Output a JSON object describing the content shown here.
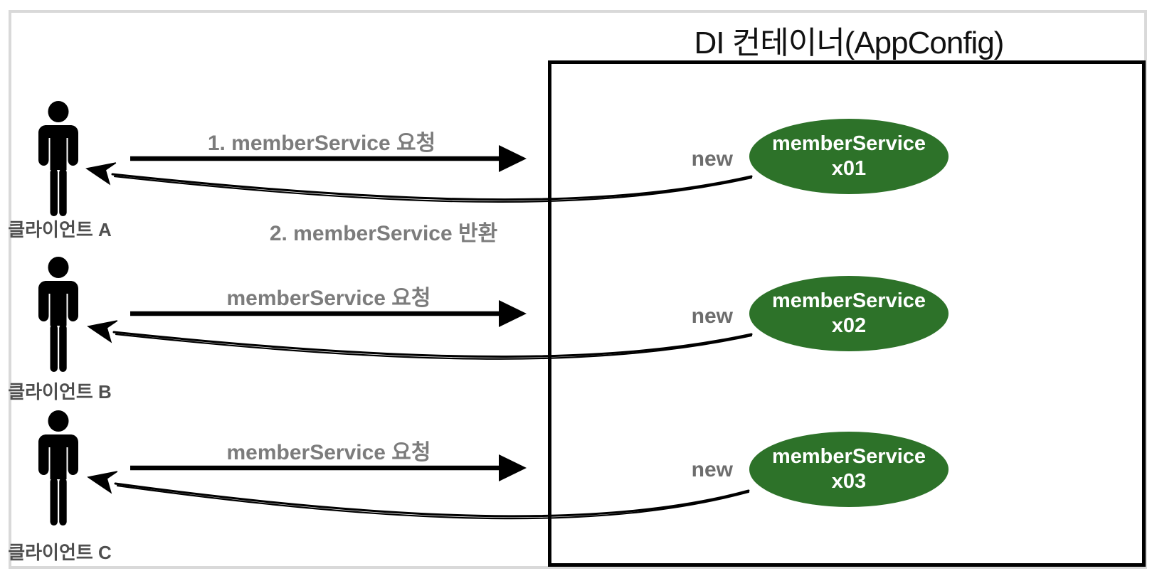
{
  "title": "DI 컨테이너(AppConfig)",
  "clients": [
    {
      "name": "클라이언트 A",
      "request": "1. memberService 요청",
      "return": "2. memberService 반환"
    },
    {
      "name": "클라이언트 B",
      "request": "memberService 요청"
    },
    {
      "name": "클라이언트 C",
      "request": "memberService 요청"
    }
  ],
  "instances": [
    {
      "new_label": "new",
      "line1": "memberService",
      "line2": "x01"
    },
    {
      "new_label": "new",
      "line1": "memberService",
      "line2": "x02"
    },
    {
      "new_label": "new",
      "line1": "memberService",
      "line2": "x03"
    }
  ],
  "colors": {
    "instance_fill": "#2d7229",
    "instance_text": "#ffffff",
    "request_label": "#7c7c7c",
    "client_label": "#4f4f4f",
    "new_label": "#6d6d6d",
    "arrow": "#000000",
    "container_border": "#000000",
    "frame_border": "#d9d9d9",
    "title_color": "#111111"
  }
}
